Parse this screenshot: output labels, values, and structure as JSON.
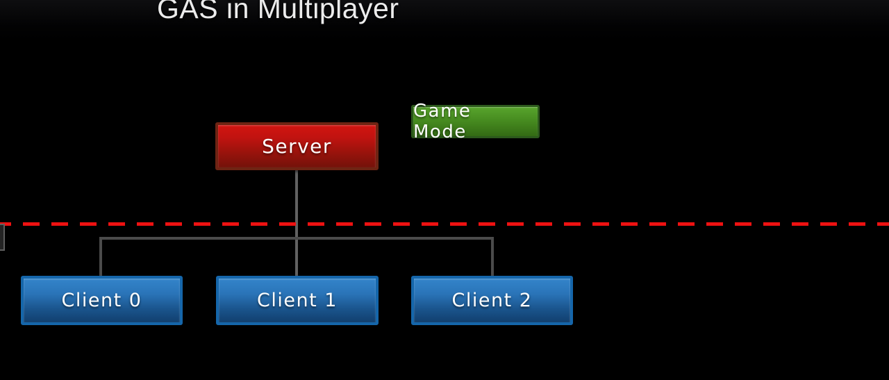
{
  "slide": {
    "title": "GAS in Multiplayer",
    "background_color": "#000000"
  },
  "diagram": {
    "server": {
      "label": "Server",
      "fill_top": "#d21410",
      "fill_bottom": "#74120a",
      "border_color": "#6e2413"
    },
    "game_mode": {
      "label": "Game Mode",
      "fill_top": "#58a42d",
      "fill_bottom": "#336a14",
      "border_color": "#2c591c"
    },
    "clients": [
      {
        "label": "Client 0"
      },
      {
        "label": "Client 1"
      },
      {
        "label": "Client 2"
      }
    ],
    "client_style": {
      "fill_top": "#3384ca",
      "fill_bottom": "#113f6e",
      "border_color": "#1566aa"
    },
    "network_divider": {
      "style": "dashed",
      "color": "#ee1111"
    },
    "connector_color": "#4b4b4b"
  }
}
